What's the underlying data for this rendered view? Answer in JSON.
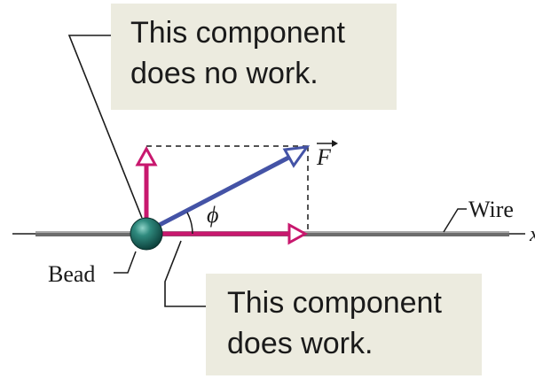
{
  "callouts": {
    "top": {
      "line1": "This component",
      "line2": "does no work."
    },
    "bottom": {
      "line1": "This component",
      "line2": "does work."
    }
  },
  "labels": {
    "force": "F",
    "angle": "ϕ",
    "wire": "Wire",
    "bead": "Bead",
    "axis": "x"
  },
  "colors": {
    "callout_bg": "#ecebdf",
    "force_vector": "#4453a6",
    "components": "#c8186e",
    "bead": "#1b6f66",
    "wire": "#6c6c6c"
  },
  "icons": {
    "bead": "bead-sphere-icon",
    "force_arrow": "arrow-icon"
  }
}
